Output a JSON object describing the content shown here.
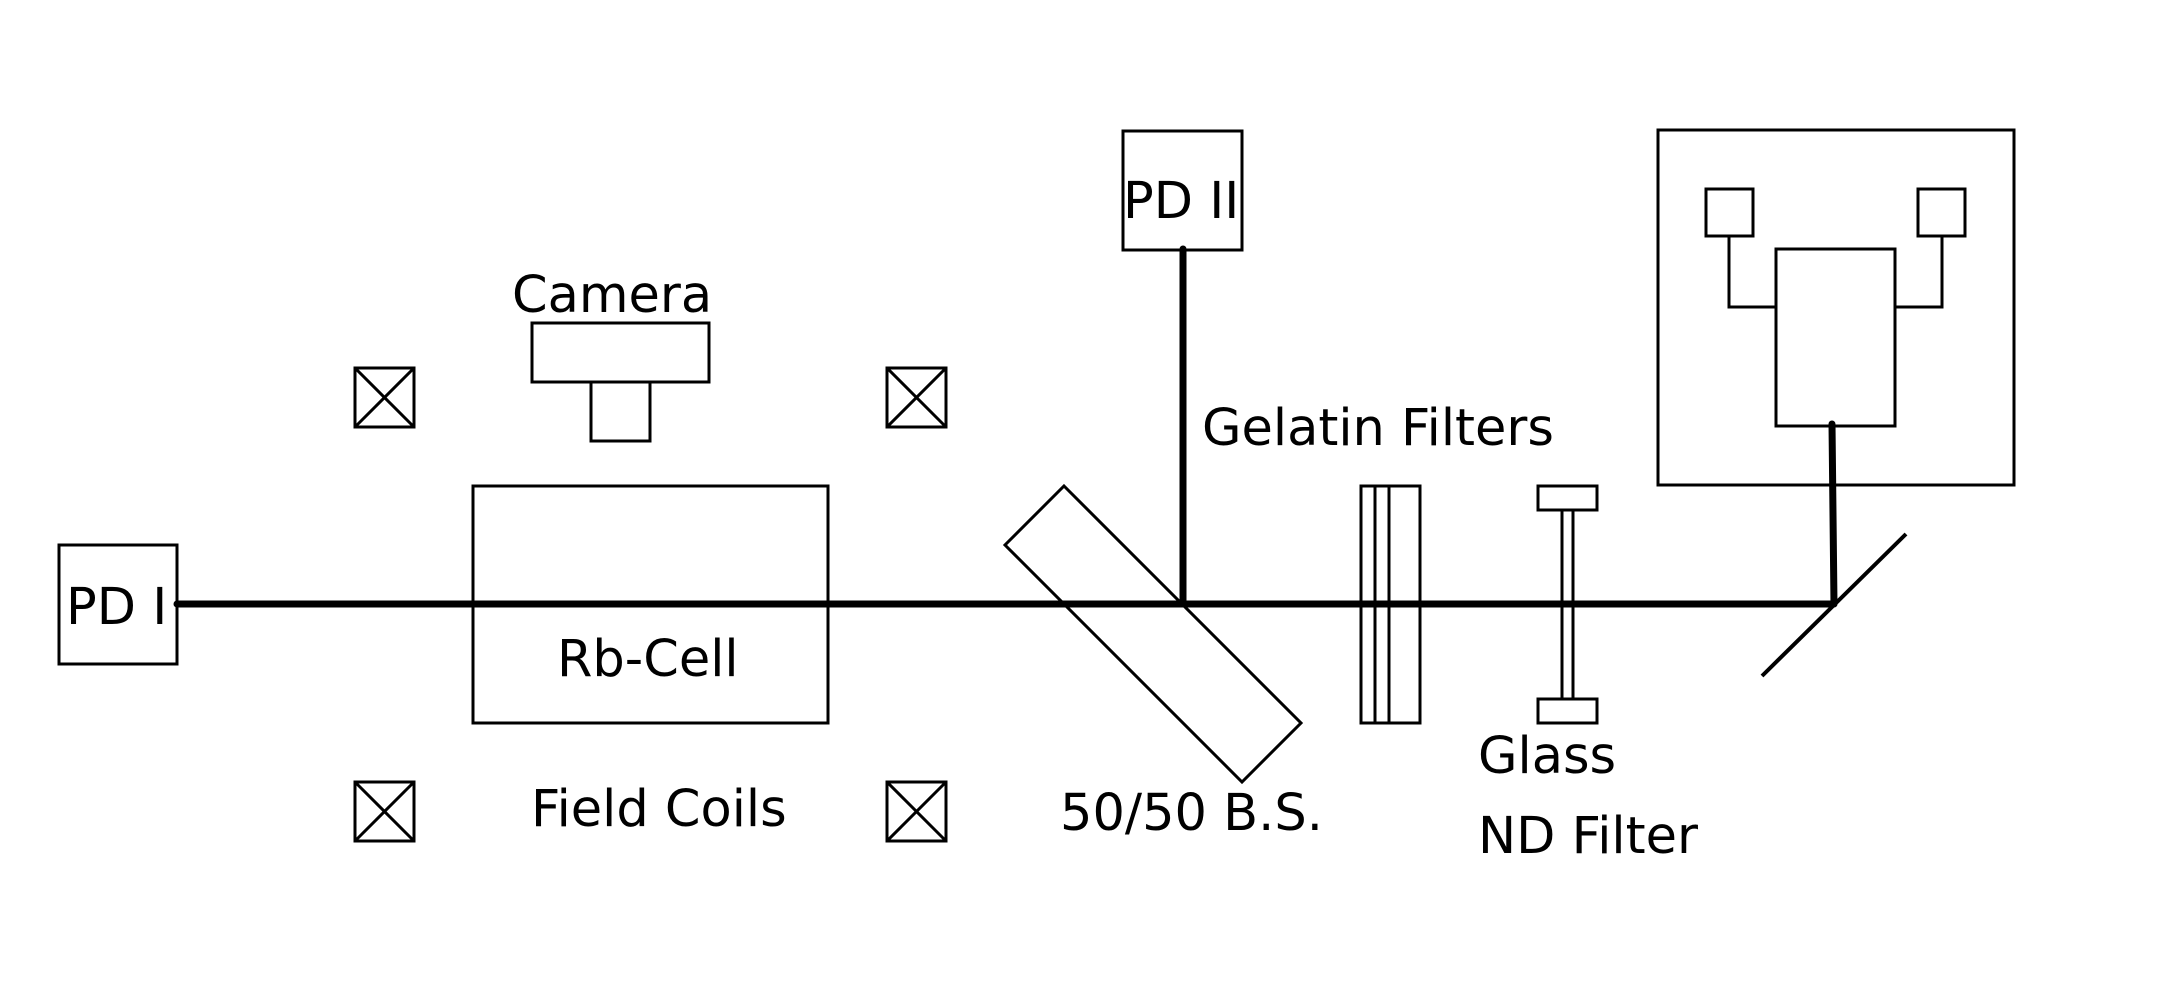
{
  "labels": {
    "pd1": "PD I",
    "pd2": "PD II",
    "camera": "Camera",
    "rb_cell": "Rb-Cell",
    "field_coils": "Field Coils",
    "beam_splitter": "50/50 B.S.",
    "gelatin_filters": "Gelatin Filters",
    "glass": "Glass",
    "nd_filter": "ND Filter"
  },
  "colors": {
    "line": "#000000",
    "background": "#ffffff"
  },
  "icons": [
    "field-coil-cross-icon"
  ]
}
